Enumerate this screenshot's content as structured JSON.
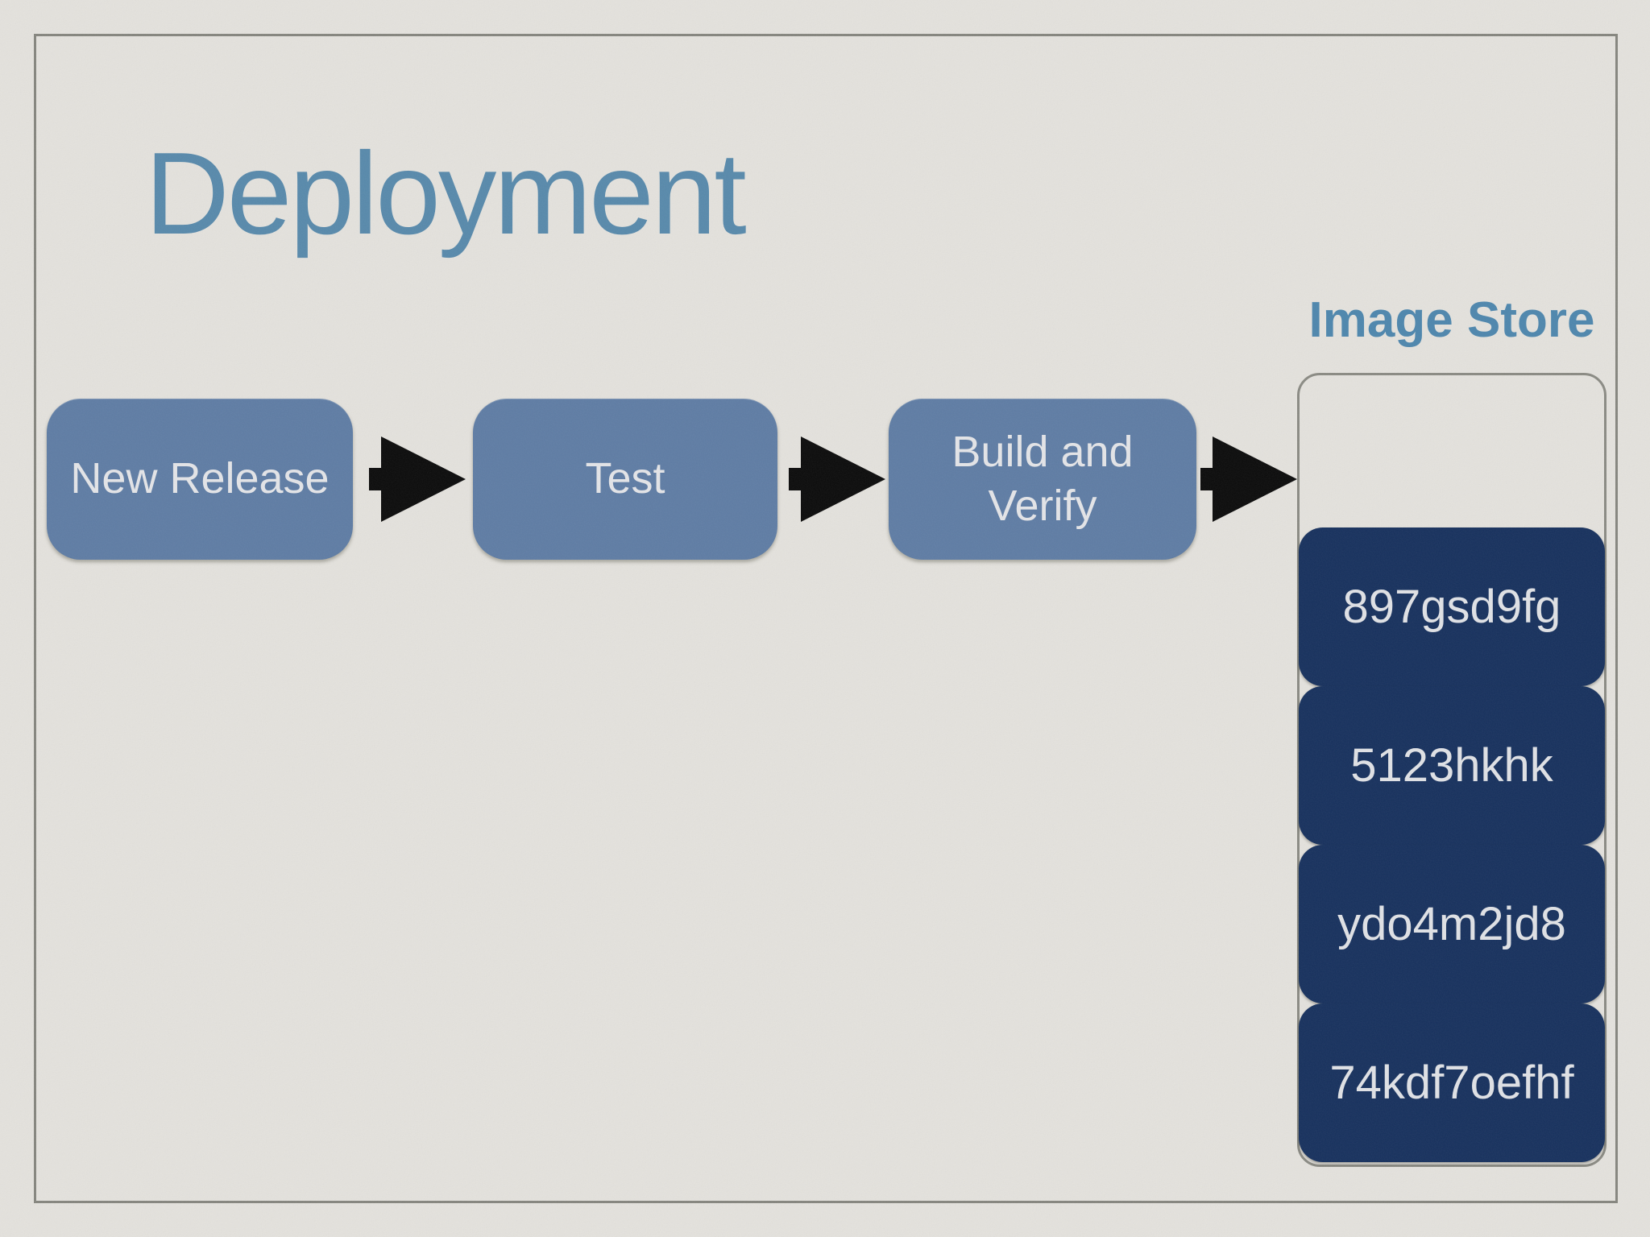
{
  "slide": {
    "title": "Deployment"
  },
  "flow": {
    "steps": [
      {
        "label": "New Release"
      },
      {
        "label": "Test"
      },
      {
        "label": "Build and Verify"
      }
    ]
  },
  "image_store": {
    "title": "Image Store",
    "items": [
      {
        "id": "897gsd9fg"
      },
      {
        "id": "5123hkhk"
      },
      {
        "id": "ydo4m2jd8"
      },
      {
        "id": "74kdf7oefhf"
      }
    ]
  },
  "colors": {
    "background": "#e4e2dd",
    "frame_border": "#85857e",
    "title_text": "#5789ab",
    "step_fill": "#5e7ca4",
    "step_text": "#e4e5e8",
    "arrow": "#0a0a0a",
    "store_title_text": "#4d86ad",
    "store_border": "#8a8a83",
    "store_item_fill": "#16305d",
    "store_item_text": "#e0e2e6"
  }
}
